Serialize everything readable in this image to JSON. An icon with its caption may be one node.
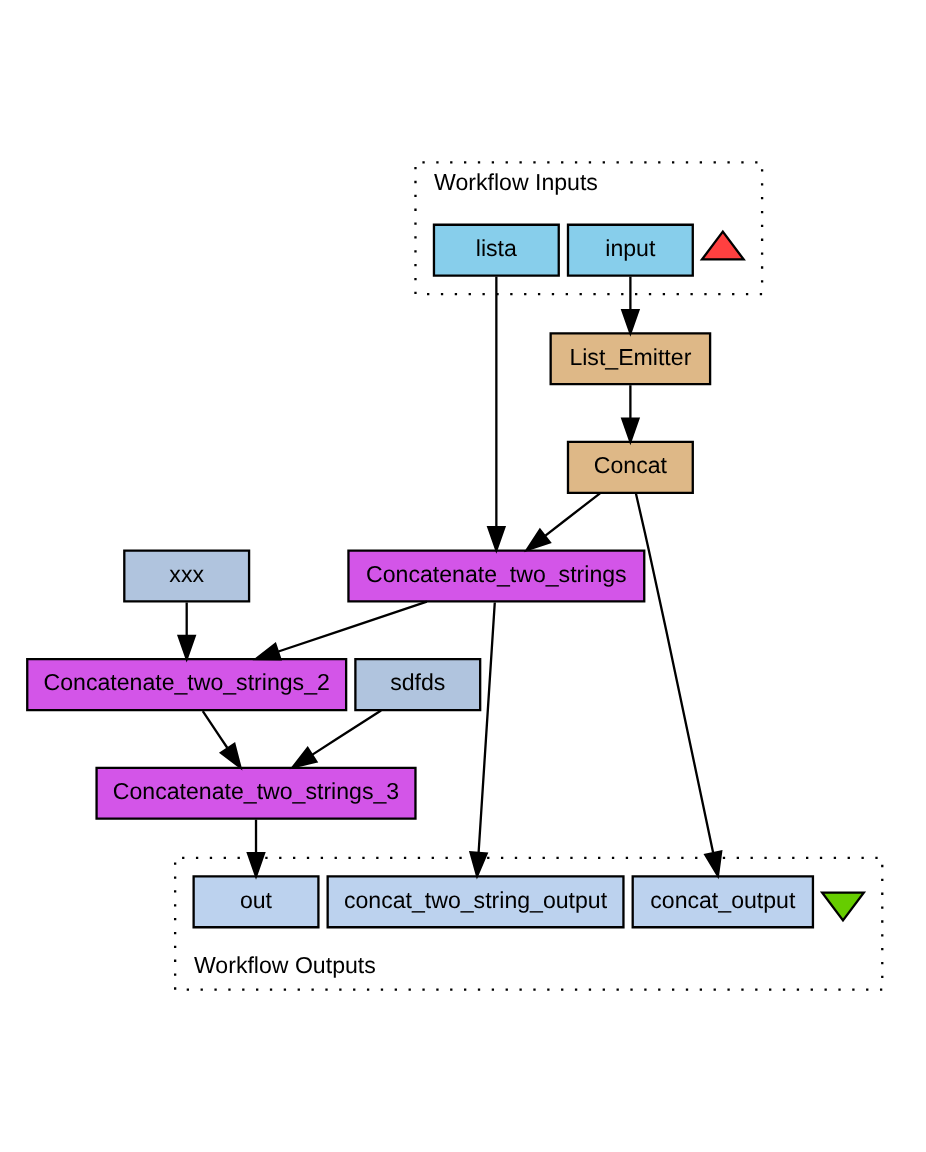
{
  "diagram": {
    "nodes": [
      {
        "text": [
          "Workflow Inputs"
        ]
      },
      {
        "text": [
          "lista"
        ],
        "in": 0
      },
      {
        "text": [
          "input"
        ],
        "in": 0
      },
      {
        "text": [],
        "shape": "triangle",
        "in": 0
      },
      {
        "text": [
          "List_Emitter"
        ]
      },
      {
        "text": [
          "Concat"
        ]
      },
      {
        "text": [
          "xxx"
        ]
      },
      {
        "text": [
          "Concatenate_two_strings"
        ]
      },
      {
        "text": [
          "Concatenate_two_strings_2"
        ]
      },
      {
        "text": [
          "sdfds"
        ]
      },
      {
        "text": [
          "Concatenate_two_strings_3"
        ]
      },
      {
        "text": [
          "Workflow Outputs"
        ]
      },
      {
        "text": [
          "out"
        ],
        "in": 11
      },
      {
        "text": [
          "concat_two_string_output"
        ],
        "in": 11
      },
      {
        "text": [
          "concat_output"
        ],
        "in": 11
      },
      {
        "text": [],
        "shape": "triangle",
        "in": 11
      }
    ],
    "edges": [
      {
        "from": 2,
        "to": 4,
        "arrow": "to"
      },
      {
        "from": 4,
        "to": 5,
        "arrow": "to"
      },
      {
        "from": 1,
        "to": 7,
        "arrow": "to"
      },
      {
        "from": 5,
        "to": 7,
        "arrow": "to"
      },
      {
        "from": 5,
        "to": 14,
        "arrow": "to"
      },
      {
        "from": 6,
        "to": 8,
        "arrow": "to"
      },
      {
        "from": 7,
        "to": 8,
        "arrow": "to"
      },
      {
        "from": 7,
        "to": 13,
        "arrow": "to"
      },
      {
        "from": 9,
        "to": 10,
        "arrow": "to"
      },
      {
        "from": 8,
        "to": 10,
        "arrow": "to"
      },
      {
        "from": 10,
        "to": 12,
        "arrow": "to"
      }
    ]
  }
}
